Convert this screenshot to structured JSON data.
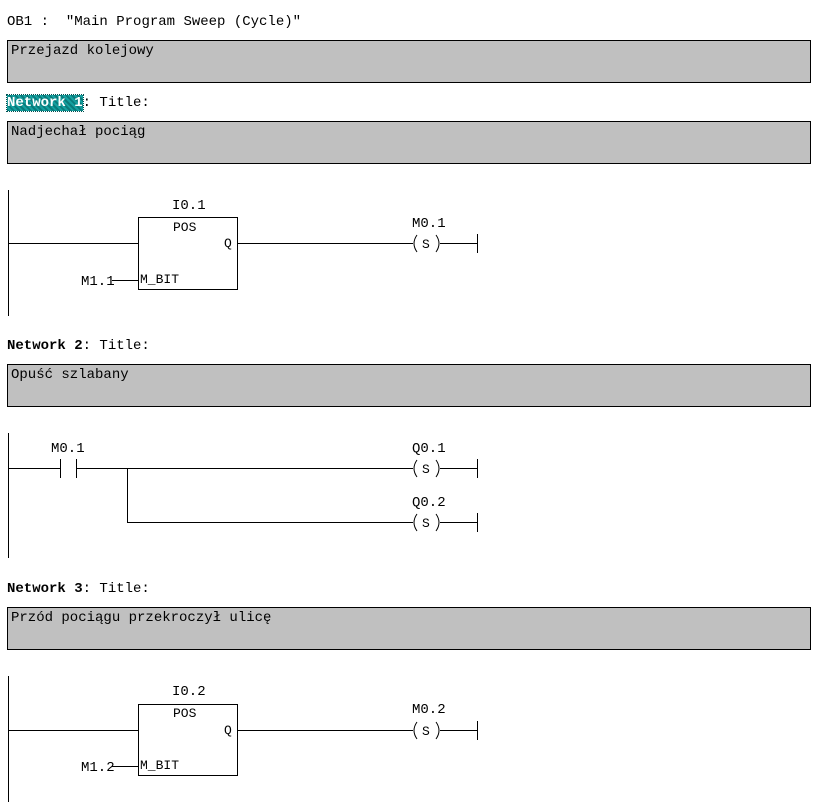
{
  "header": {
    "block_name": "OB1 :",
    "block_title": "\"Main Program Sweep (Cycle)\""
  },
  "block_comment": "Przejazd kolejowy",
  "networks": [
    {
      "label": "Network 1",
      "title_sep": ": Title:",
      "comment": "Nadjechał pociąg",
      "box_address": "I0.1",
      "box_type": "POS",
      "box_output": "Q",
      "box_input_pin": "M_BIT",
      "box_input_operand": "M1.1",
      "coil_address": "M0.1",
      "coil_type": "S"
    },
    {
      "label": "Network 2",
      "title_sep": ": Title:",
      "comment": "Opuść szlabany",
      "contact_address": "M0.1",
      "coils": [
        {
          "address": "Q0.1",
          "type": "S"
        },
        {
          "address": "Q0.2",
          "type": "S"
        }
      ]
    },
    {
      "label": "Network 3",
      "title_sep": ": Title:",
      "comment": "Przód pociągu przekroczył ulicę",
      "box_address": "I0.2",
      "box_type": "POS",
      "box_output": "Q",
      "box_input_pin": "M_BIT",
      "box_input_operand": "M1.2",
      "coil_address": "M0.2",
      "coil_type": "S"
    }
  ]
}
